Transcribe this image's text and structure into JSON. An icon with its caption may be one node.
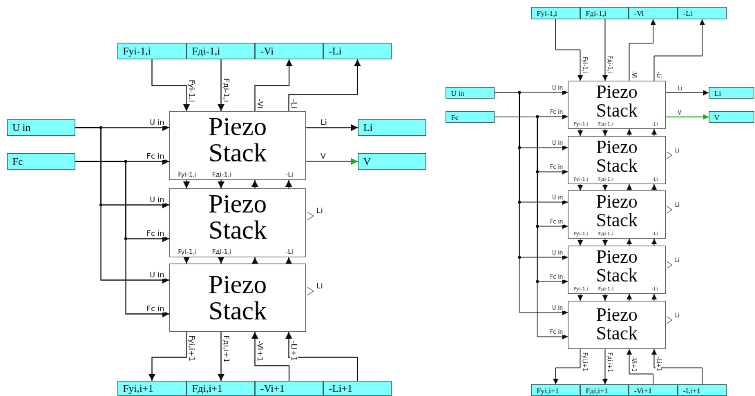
{
  "diagram": {
    "nodes": [
      {
        "text": [
          "Fyi-1,i"
        ]
      },
      {
        "text": [
          "Fдi-1,i"
        ]
      },
      {
        "text": [
          "-Vi"
        ]
      },
      {
        "text": [
          "-Li"
        ]
      },
      {
        "text": [
          "U in"
        ]
      },
      {
        "text": [
          "Fc"
        ]
      },
      {
        "text": [
          "Li"
        ]
      },
      {
        "text": [
          "V"
        ]
      },
      {
        "text": [
          "Piezo Stack",
          "Fyi-1,i",
          "Fдi-1,i",
          "-Li"
        ]
      },
      {
        "text": [
          "Piezo Stack",
          "Fyi-1,i",
          "Fдi-1,i",
          "-Li"
        ],
        "beside": [
          "Li"
        ]
      },
      {
        "text": [
          "Piezo Stack"
        ],
        "beside": [
          "Li"
        ]
      },
      {
        "text": [
          "Fyi,i+1"
        ]
      },
      {
        "text": [
          "Fдi,i+1"
        ]
      },
      {
        "text": [
          "-Vi+1"
        ]
      },
      {
        "text": [
          "-Li+1"
        ]
      },
      {
        "text": [
          "Fyi-1,i"
        ]
      },
      {
        "text": [
          "Fдi-1,i"
        ]
      },
      {
        "text": [
          "-Vi"
        ]
      },
      {
        "text": [
          "-Li"
        ]
      },
      {
        "text": [
          "U in"
        ]
      },
      {
        "text": [
          "Fc"
        ]
      },
      {
        "text": [
          "Li"
        ]
      },
      {
        "text": [
          "V"
        ]
      },
      {
        "text": [
          "Piezo Stack",
          "Fyi-1,i",
          "Fдi-1,i",
          "-Li"
        ]
      },
      {
        "text": [
          "Piezo Stack",
          "Fyi-1,i",
          "Fдi-1,i",
          "-Li"
        ],
        "beside": [
          "Li"
        ]
      },
      {
        "text": [
          "Piezo Stack",
          "Fyi-1,i",
          "Fдi-1,i",
          "-Li"
        ],
        "beside": [
          "Li"
        ]
      },
      {
        "text": [
          "Piezo Stack",
          "Fyi-1,i",
          "Fдi-1,i",
          "-Li"
        ],
        "beside": [
          "Li"
        ]
      },
      {
        "text": [
          "Piezo Stack"
        ],
        "beside": [
          "Li"
        ]
      },
      {
        "text": [
          "Fyi,i+1"
        ]
      },
      {
        "text": [
          "Fдi,i+1"
        ]
      },
      {
        "text": [
          "-Vi+1"
        ]
      },
      {
        "text": [
          "-Li+1"
        ]
      }
    ],
    "edges": [
      {
        "from": 4,
        "to": 8,
        "arrow": "to",
        "label": "U in"
      },
      {
        "from": 4,
        "to": 9,
        "arrow": "to",
        "label": "U in"
      },
      {
        "from": 4,
        "to": 10,
        "arrow": "to",
        "label": "U in"
      },
      {
        "from": 5,
        "to": 8,
        "arrow": "to",
        "label": "Fc in"
      },
      {
        "from": 5,
        "to": 9,
        "arrow": "to",
        "label": "Fc in"
      },
      {
        "from": 5,
        "to": 10,
        "arrow": "to",
        "label": "Fc in"
      },
      {
        "from": 0,
        "to": 8,
        "arrow": "to",
        "label": "Fyi-1,i"
      },
      {
        "from": 1,
        "to": 8,
        "arrow": "to",
        "label": "Fдi-1,i"
      },
      {
        "from": 8,
        "to": 2,
        "arrow": "to",
        "label": "-Vi"
      },
      {
        "from": 8,
        "to": 3,
        "arrow": "to",
        "label": "-Li"
      },
      {
        "from": 8,
        "to": 6,
        "arrow": "to",
        "label": "Li"
      },
      {
        "from": 8,
        "to": 7,
        "arrow": "to",
        "label": "V",
        "color": "#22aa22"
      },
      {
        "from": 8,
        "to": 9,
        "arrow": "to"
      },
      {
        "from": 8,
        "to": 9,
        "arrow": "to"
      },
      {
        "from": 9,
        "to": 8,
        "arrow": "to"
      },
      {
        "from": 9,
        "to": 8,
        "arrow": "to"
      },
      {
        "from": 9,
        "to": 10,
        "arrow": "to"
      },
      {
        "from": 9,
        "to": 10,
        "arrow": "to"
      },
      {
        "from": 10,
        "to": 9,
        "arrow": "to"
      },
      {
        "from": 10,
        "to": 9,
        "arrow": "to"
      },
      {
        "from": 10,
        "to": 11,
        "arrow": "to",
        "label": "Fyi,i+1"
      },
      {
        "from": 10,
        "to": 12,
        "arrow": "to",
        "label": "Fдi,i+1"
      },
      {
        "from": 13,
        "to": 10,
        "arrow": "to",
        "label": "-Vi+1"
      },
      {
        "from": 14,
        "to": 10,
        "arrow": "to",
        "label": "-Li+1"
      },
      {
        "from": 19,
        "to": 23,
        "arrow": "to",
        "label": "U in"
      },
      {
        "from": 19,
        "to": 24,
        "arrow": "to",
        "label": "U in"
      },
      {
        "from": 19,
        "to": 25,
        "arrow": "to",
        "label": "U in"
      },
      {
        "from": 19,
        "to": 26,
        "arrow": "to",
        "label": "U in"
      },
      {
        "from": 19,
        "to": 27,
        "arrow": "to",
        "label": "U in"
      },
      {
        "from": 20,
        "to": 23,
        "arrow": "to",
        "label": "Fc in"
      },
      {
        "from": 20,
        "to": 24,
        "arrow": "to",
        "label": "Fc in"
      },
      {
        "from": 20,
        "to": 25,
        "arrow": "to",
        "label": "Fc in"
      },
      {
        "from": 20,
        "to": 26,
        "arrow": "to",
        "label": "Fc in"
      },
      {
        "from": 20,
        "to": 27,
        "arrow": "to",
        "label": "Fc in"
      },
      {
        "from": 15,
        "to": 23,
        "arrow": "to",
        "label": "Fyi-1,i"
      },
      {
        "from": 16,
        "to": 23,
        "arrow": "to",
        "label": "Fдi-1,i"
      },
      {
        "from": 23,
        "to": 17,
        "arrow": "to",
        "label": "-Vi"
      },
      {
        "from": 23,
        "to": 18,
        "arrow": "to",
        "label": "-Li"
      },
      {
        "from": 23,
        "to": 21,
        "arrow": "to",
        "label": "Li"
      },
      {
        "from": 23,
        "to": 22,
        "arrow": "to",
        "label": "V",
        "color": "#22aa22"
      },
      {
        "from": 23,
        "to": 24,
        "arrow": "to"
      },
      {
        "from": 23,
        "to": 24,
        "arrow": "to"
      },
      {
        "from": 24,
        "to": 23,
        "arrow": "to"
      },
      {
        "from": 24,
        "to": 23,
        "arrow": "to"
      },
      {
        "from": 24,
        "to": 25,
        "arrow": "to"
      },
      {
        "from": 24,
        "to": 25,
        "arrow": "to"
      },
      {
        "from": 25,
        "to": 24,
        "arrow": "to"
      },
      {
        "from": 25,
        "to": 24,
        "arrow": "to"
      },
      {
        "from": 25,
        "to": 26,
        "arrow": "to"
      },
      {
        "from": 25,
        "to": 26,
        "arrow": "to"
      },
      {
        "from": 26,
        "to": 25,
        "arrow": "to"
      },
      {
        "from": 26,
        "to": 25,
        "arrow": "to"
      },
      {
        "from": 26,
        "to": 27,
        "arrow": "to"
      },
      {
        "from": 26,
        "to": 27,
        "arrow": "to"
      },
      {
        "from": 27,
        "to": 26,
        "arrow": "to"
      },
      {
        "from": 27,
        "to": 26,
        "arrow": "to"
      },
      {
        "from": 27,
        "to": 28,
        "arrow": "to",
        "label": "Fyi,i+1"
      },
      {
        "from": 27,
        "to": 29,
        "arrow": "to",
        "label": "Fдi,i+1"
      },
      {
        "from": 30,
        "to": 27,
        "arrow": "to",
        "label": "-Vi+1"
      },
      {
        "from": 31,
        "to": 27,
        "arrow": "to",
        "label": "-Li+1"
      }
    ]
  }
}
